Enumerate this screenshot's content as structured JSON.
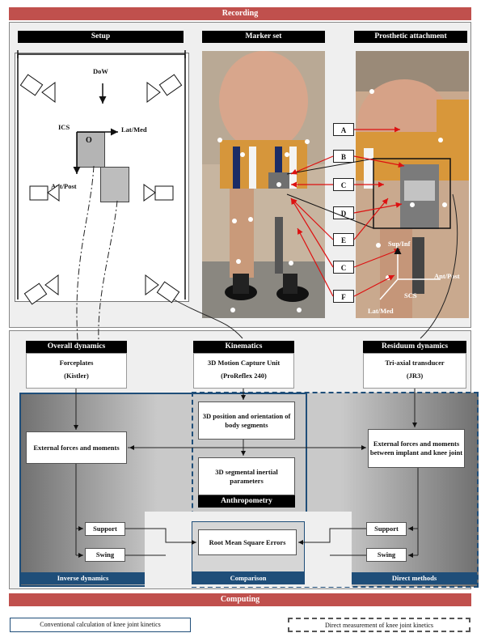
{
  "bands": {
    "top": "Recording",
    "bottom": "Computing"
  },
  "headers": {
    "setup": "Setup",
    "marker_set": "Marker set",
    "prosthetic": "Prosthetic attachment"
  },
  "setup": {
    "dow": "DoW",
    "ics": "ICS",
    "lat_med": "Lat/Med",
    "ant_post": "Ant/Post",
    "origin": "O",
    "cameras": [
      "1",
      "2",
      "3",
      "4",
      "5",
      "6"
    ]
  },
  "tags": [
    "A",
    "B",
    "C",
    "D",
    "E",
    "C",
    "F"
  ],
  "scs": {
    "sup_inf": "Sup/Inf",
    "ant_post": "Ant/Post",
    "scs": "SCS",
    "lat_med": "Lat/Med"
  },
  "dynamics": {
    "overall": {
      "title": "Overall dynamics",
      "line1": "Forceplates",
      "line2": "(Kistler)"
    },
    "kinematics": {
      "title": "Kinematics",
      "line1": "3D Motion Capture Unit",
      "line2": "(ProReflex 240)"
    },
    "residuum": {
      "title": "Residuum dynamics",
      "line1": "Tri-axial transducer",
      "line2": "(JR3)"
    }
  },
  "process": {
    "position": "3D position and orientation of body segments",
    "external_left": "External forces and moments",
    "external_right": "External forces and moments between implant and knee joint",
    "inertial": "3D segmental inertial parameters",
    "anthropometry": "Anthropometry",
    "support": "Support",
    "swing": "Swing",
    "rmse": "Root Mean Square Errors",
    "inverse": "Inverse dynamics",
    "comparison": "Comparison",
    "direct": "Direct methods"
  },
  "legend": {
    "left": "Conventional calculation of knee joint kinetics",
    "right": "Direct measurement of knee joint kinetics"
  }
}
